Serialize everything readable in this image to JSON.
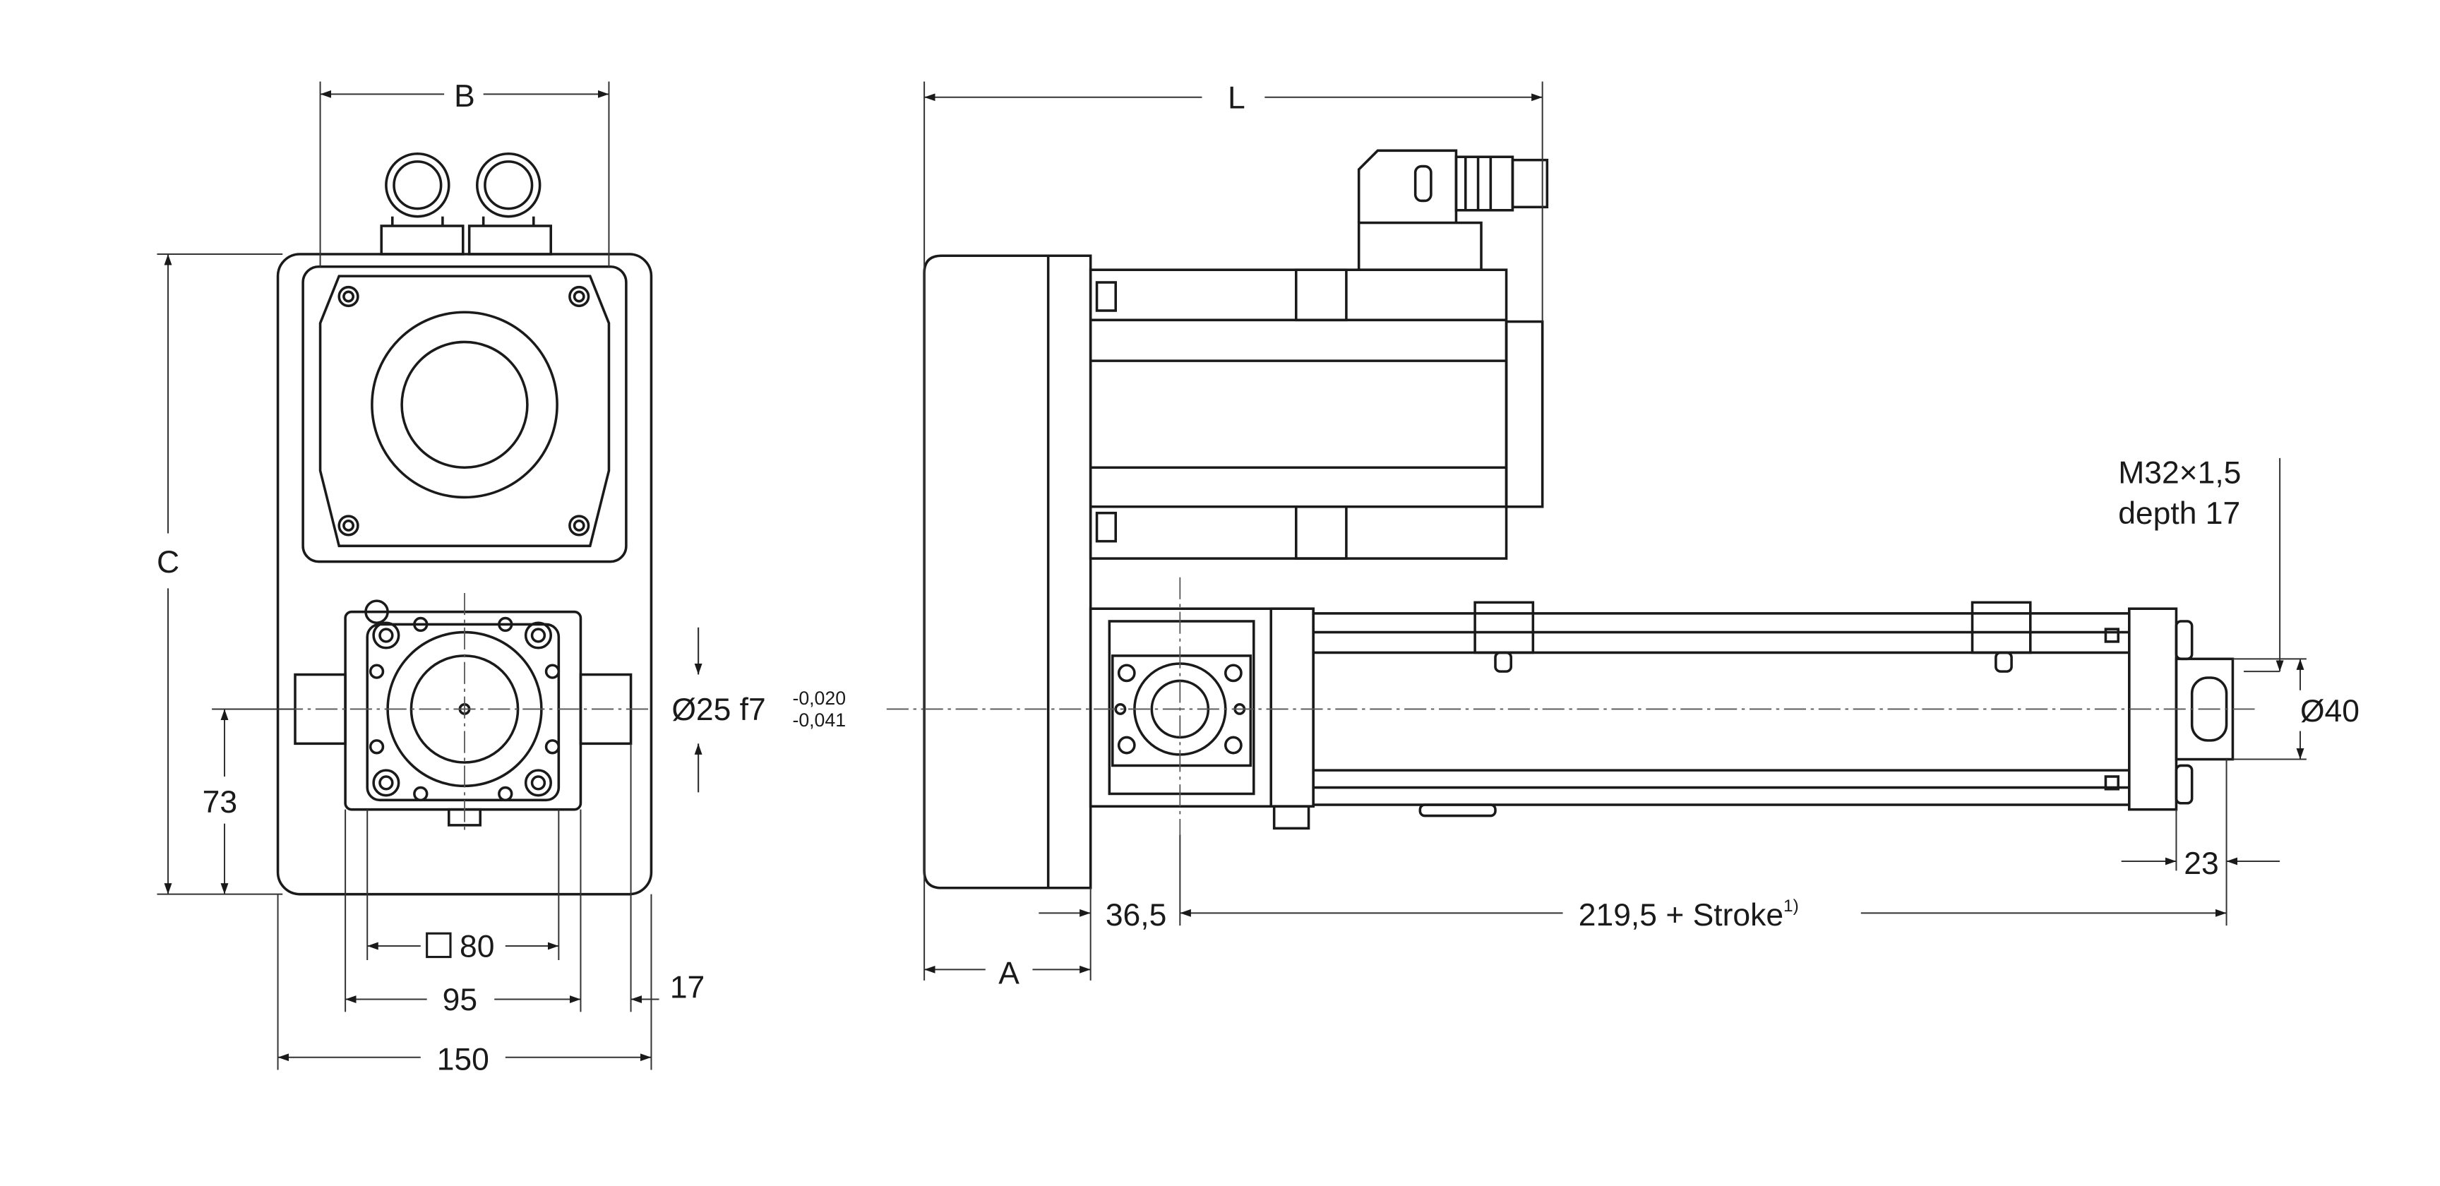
{
  "dimensions": {
    "B": "B",
    "C": "C",
    "L": "L",
    "A": "A",
    "d73": "73",
    "sq80": "80",
    "d95": "95",
    "d150": "150",
    "d17": "17",
    "shaft_label": "Ø25 f7",
    "shaft_tol_upper": "-0,020",
    "shaft_tol_lower": "-0,041",
    "d36_5": "36,5",
    "stroke_label": "219,5 + Stroke",
    "stroke_note": "1)",
    "thread_line1": "M32×1,5",
    "thread_line2": "depth 17",
    "rod_dia": "Ø40",
    "d23": "23"
  },
  "colors": {
    "line": "#1a1a1a",
    "dim": "#333333",
    "background": "#ffffff"
  }
}
